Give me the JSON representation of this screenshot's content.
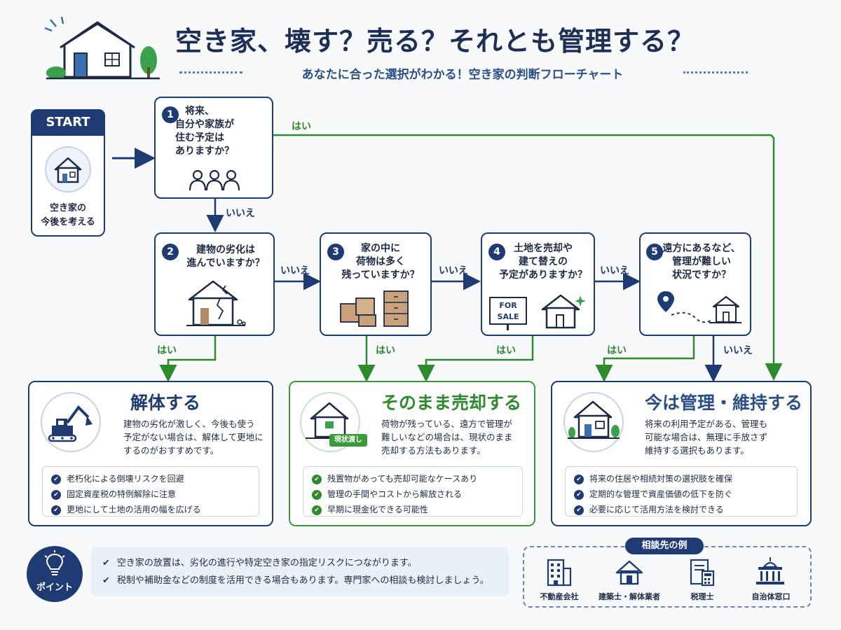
{
  "header": {
    "title": "空き家、壊す？売る？それとも管理する？",
    "subtitle": "あなたに合った選択がわかる！空き家の判断フローチャート"
  },
  "start": {
    "badge": "START",
    "text_line1": "空き家の",
    "text_line2": "今後を考える"
  },
  "questions": [
    {
      "num": "1",
      "lines": [
        "将来、",
        "自分や家族が",
        "住む予定は",
        "ありますか？"
      ]
    },
    {
      "num": "2",
      "lines": [
        "建物の劣化は",
        "進んでいますか？"
      ]
    },
    {
      "num": "3",
      "lines": [
        "家の中に",
        "荷物は多く",
        "残っていますか？"
      ]
    },
    {
      "num": "4",
      "lines": [
        "土地を売却や",
        "建て替えの",
        "予定がありますか？"
      ],
      "sign_line1": "FOR",
      "sign_line2": "SALE"
    },
    {
      "num": "5",
      "lines": [
        "遠方にあるなど、",
        "管理が難しい",
        "状況ですか？"
      ]
    }
  ],
  "labels": {
    "yes": "はい",
    "no": "いいえ"
  },
  "results": [
    {
      "title": "解体する",
      "desc": [
        "建物の劣化が激しく、今後も使う",
        "予定がない場合は、解体して更地に",
        "するのがおすすめです。"
      ],
      "points": [
        "老朽化による倒壊リスクを回避",
        "固定資産税の特例解除に注意",
        "更地にして土地の活用の幅を広げる"
      ]
    },
    {
      "title": "そのまま売却する",
      "tag": "現状渡し",
      "desc": [
        "荷物が残っている、遠方で管理が",
        "難しいなどの場合は、現状のまま",
        "売却する方法もあります。"
      ],
      "points": [
        "残置物があっても売却可能なケースあり",
        "管理の手間やコストから解放される",
        "早期に現金化できる可能性"
      ]
    },
    {
      "title": "今は管理・維持する",
      "desc": [
        "将来の利用予定がある、管理も",
        "可能な場合は、無理に手放さず",
        "維持する選択もあります。"
      ],
      "points": [
        "将来の住居や相続対策の選択肢を確保",
        "定期的な管理で資産価値の低下を防ぐ",
        "必要に応じて活用方法を検討できる"
      ]
    }
  ],
  "point": {
    "label": "ポイント",
    "items": [
      "空き家の放置は、劣化の進行や特定空き家の指定リスクにつながります。",
      "税制や補助金などの制度を活用できる場合もあります。専門家への相談も検討しましょう。"
    ]
  },
  "consult": {
    "title": "相談先の例",
    "items": [
      "不動産会社",
      "建築士・解体業者",
      "税理士",
      "自治体窓口"
    ]
  },
  "colors": {
    "navy": "#1f3b73",
    "green": "#2d8a2d",
    "brown": "#b08a66"
  }
}
